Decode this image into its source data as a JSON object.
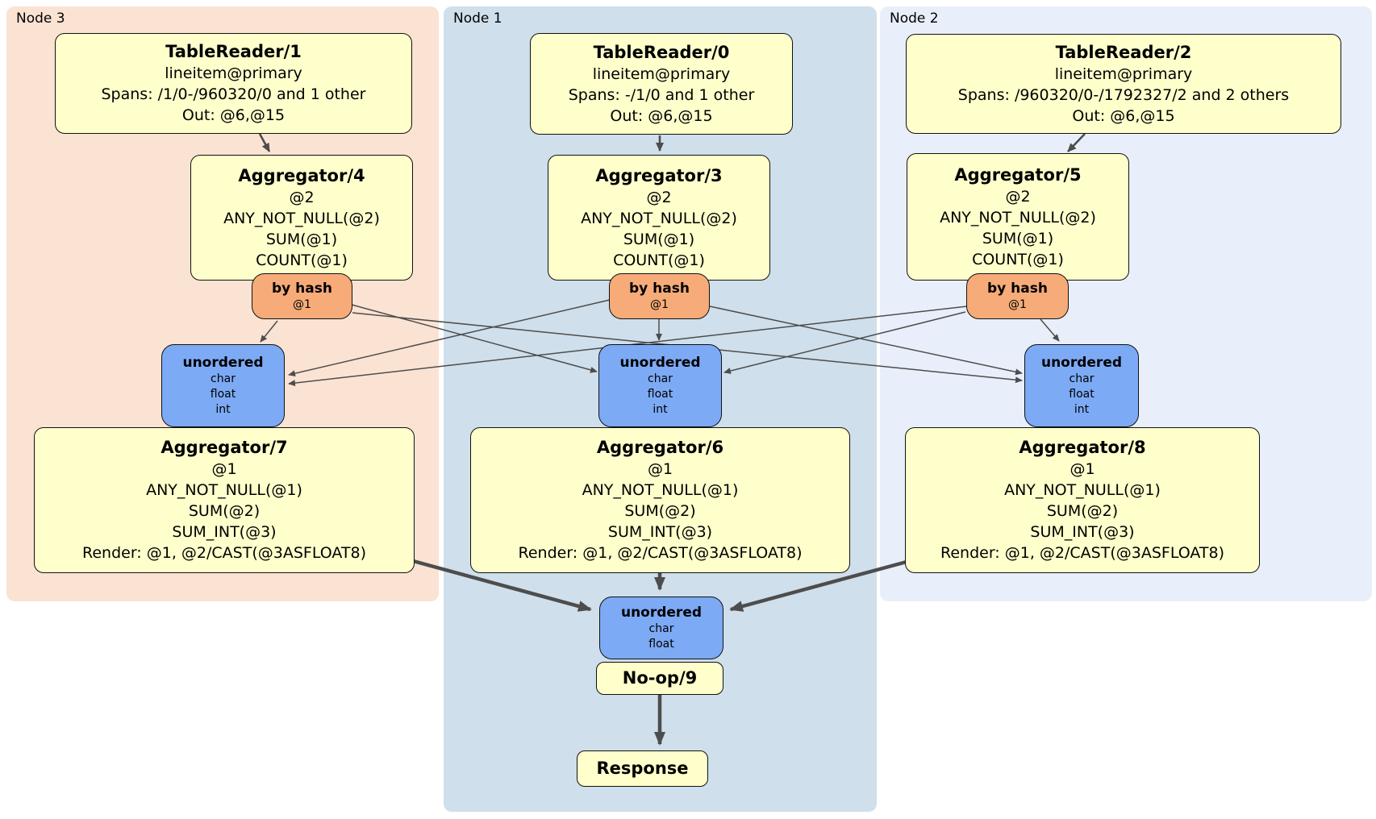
{
  "diagram": {
    "panels": {
      "node3": {
        "label": "Node 3"
      },
      "node1": {
        "label": "Node 1"
      },
      "node2": {
        "label": "Node 2"
      }
    },
    "processors": {
      "tr1": {
        "title": "TableReader/1",
        "lines": [
          "lineitem@primary",
          "Spans: /1/0-/960320/0 and 1 other",
          "Out: @6,@15"
        ]
      },
      "tr0": {
        "title": "TableReader/0",
        "lines": [
          "lineitem@primary",
          "Spans: -/1/0 and 1 other",
          "Out: @6,@15"
        ]
      },
      "tr2": {
        "title": "TableReader/2",
        "lines": [
          "lineitem@primary",
          "Spans: /960320/0-/1792327/2 and 2 others",
          "Out: @6,@15"
        ]
      },
      "agg4": {
        "title": "Aggregator/4",
        "lines": [
          "@2",
          "ANY_NOT_NULL(@2)",
          "SUM(@1)",
          "COUNT(@1)"
        ]
      },
      "agg3": {
        "title": "Aggregator/3",
        "lines": [
          "@2",
          "ANY_NOT_NULL(@2)",
          "SUM(@1)",
          "COUNT(@1)"
        ]
      },
      "agg5": {
        "title": "Aggregator/5",
        "lines": [
          "@2",
          "ANY_NOT_NULL(@2)",
          "SUM(@1)",
          "COUNT(@1)"
        ]
      },
      "agg7": {
        "title": "Aggregator/7",
        "lines": [
          "@1",
          "ANY_NOT_NULL(@1)",
          "SUM(@2)",
          "SUM_INT(@3)",
          "Render: @1, @2/CAST(@3ASFLOAT8)"
        ]
      },
      "agg6": {
        "title": "Aggregator/6",
        "lines": [
          "@1",
          "ANY_NOT_NULL(@1)",
          "SUM(@2)",
          "SUM_INT(@3)",
          "Render: @1, @2/CAST(@3ASFLOAT8)"
        ]
      },
      "agg8": {
        "title": "Aggregator/8",
        "lines": [
          "@1",
          "ANY_NOT_NULL(@1)",
          "SUM(@2)",
          "SUM_INT(@3)",
          "Render: @1, @2/CAST(@3ASFLOAT8)"
        ]
      },
      "noop": {
        "title": "No-op/9"
      },
      "response": {
        "title": "Response"
      }
    },
    "routers": {
      "hash4": {
        "title": "by hash",
        "lines": [
          "@1"
        ]
      },
      "hash3": {
        "title": "by hash",
        "lines": [
          "@1"
        ]
      },
      "hash5": {
        "title": "by hash",
        "lines": [
          "@1"
        ]
      }
    },
    "syncs": {
      "un7": {
        "title": "unordered",
        "lines": [
          "char",
          "float",
          "int"
        ]
      },
      "un6": {
        "title": "unordered",
        "lines": [
          "char",
          "float",
          "int"
        ]
      },
      "un8": {
        "title": "unordered",
        "lines": [
          "char",
          "float",
          "int"
        ]
      },
      "unFinal": {
        "title": "unordered",
        "lines": [
          "char",
          "float"
        ]
      }
    },
    "colors": {
      "node3_bg": "#fbe3d3",
      "node1_bg": "#cfdfeb",
      "node2_bg": "#e9effa",
      "processor_fill": "#ffffcc",
      "router_fill": "#f6ab79",
      "sync_fill": "#7daaf5",
      "edge": "#4d4d4d",
      "box_border": "#111111"
    }
  }
}
